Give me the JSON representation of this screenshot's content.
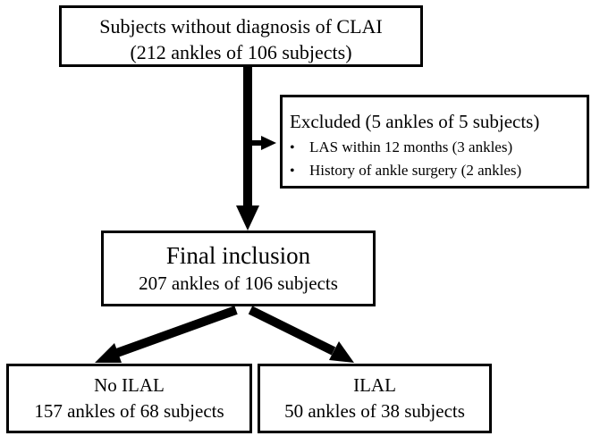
{
  "flowchart": {
    "top_box": {
      "line1": "Subjects without diagnosis of CLAI",
      "line2": "(212 ankles of 106 subjects)"
    },
    "excluded_box": {
      "heading": "Excluded (5 ankles of 5 subjects)",
      "items": [
        {
          "bullet": "•",
          "text": "LAS within 12 months (3 ankles)"
        },
        {
          "bullet": "•",
          "text": "History of ankle surgery (2 ankles)"
        }
      ]
    },
    "final_box": {
      "title": "Final inclusion",
      "subtitle": "207 ankles of 106 subjects"
    },
    "left_box": {
      "title": "No ILAL",
      "subtitle": "157 ankles of 68 subjects"
    },
    "right_box": {
      "title": "ILAL",
      "subtitle": "50 ankles of 38 subjects"
    }
  },
  "colors": {
    "line": "#000000",
    "background": "#ffffff",
    "text": "#000000"
  }
}
